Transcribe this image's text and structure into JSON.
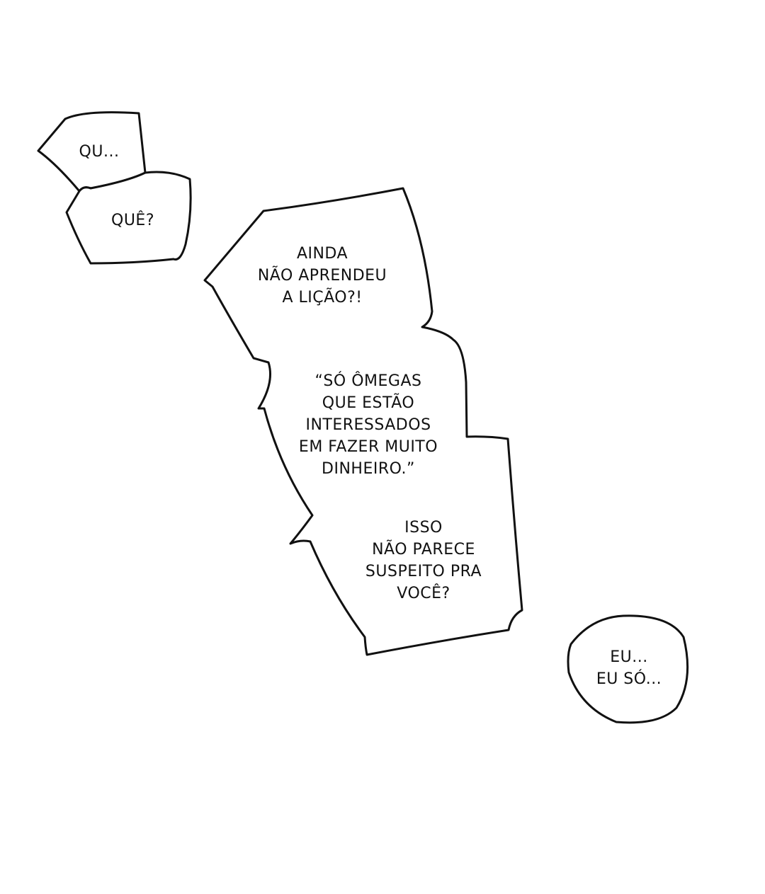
{
  "bubbles": {
    "qu": {
      "lines": [
        "QU..."
      ]
    },
    "que": {
      "lines": [
        "QUÊ?"
      ]
    },
    "ainda": {
      "lines": [
        "AINDA",
        "NÃO APRENDEU",
        "A LIÇÃO?!"
      ]
    },
    "omegas": {
      "lines": [
        "“SÓ ÔMEGAS",
        "QUE ESTÃO",
        "INTERESSADOS",
        "EM FAZER MUITO",
        "DINHEIRO.”"
      ]
    },
    "isso": {
      "lines": [
        "ISSO",
        "NÃO PARECE",
        "SUSPEITO PRA",
        "VOCÊ?"
      ]
    },
    "eu": {
      "lines": [
        "EU...",
        "EU SÓ..."
      ]
    }
  }
}
